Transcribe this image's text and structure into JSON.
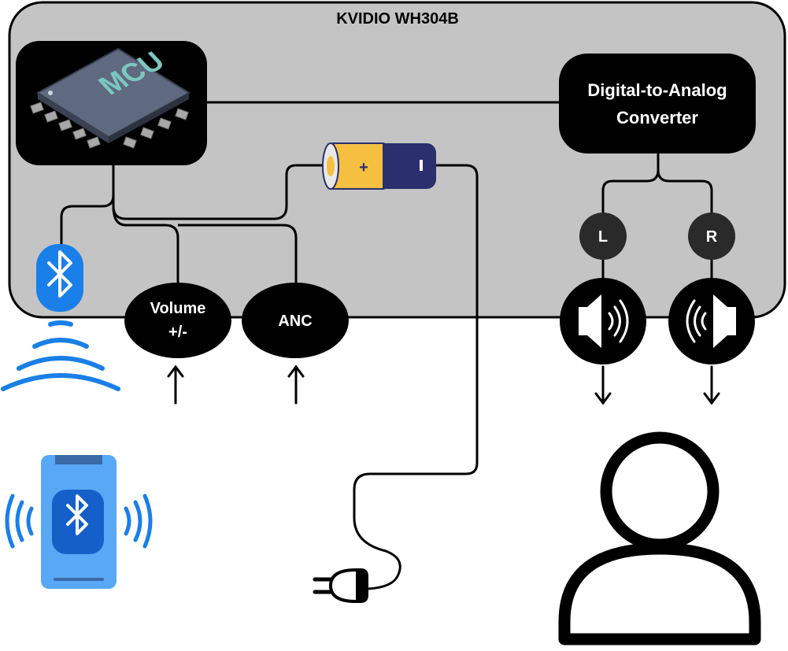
{
  "device": {
    "title": "KVIDIO WH304B"
  },
  "components": {
    "mcu": "MCU",
    "dac_line1": "Digital-to-Analog",
    "dac_line2": "Converter",
    "left_channel": "L",
    "right_channel": "R",
    "volume_line1": "Volume",
    "volume_line2": "+/-",
    "anc": "ANC",
    "battery_plus": "+"
  },
  "icons": {
    "chip": "mcu-chip-icon",
    "battery": "battery-icon",
    "bluetooth": "bluetooth-icon",
    "phone": "smartphone-bluetooth-icon",
    "speaker_left": "speaker-left-icon",
    "speaker_right": "speaker-right-icon",
    "plug": "power-plug-icon",
    "user": "user-icon"
  },
  "colors": {
    "enclosure": "#c4c4c4",
    "node": "#000000",
    "bluetooth_blue": "#1a7fe8",
    "battery_yellow": "#f5c042",
    "battery_navy": "#2c2f6e",
    "chip_teal": "#7cc7c0"
  }
}
